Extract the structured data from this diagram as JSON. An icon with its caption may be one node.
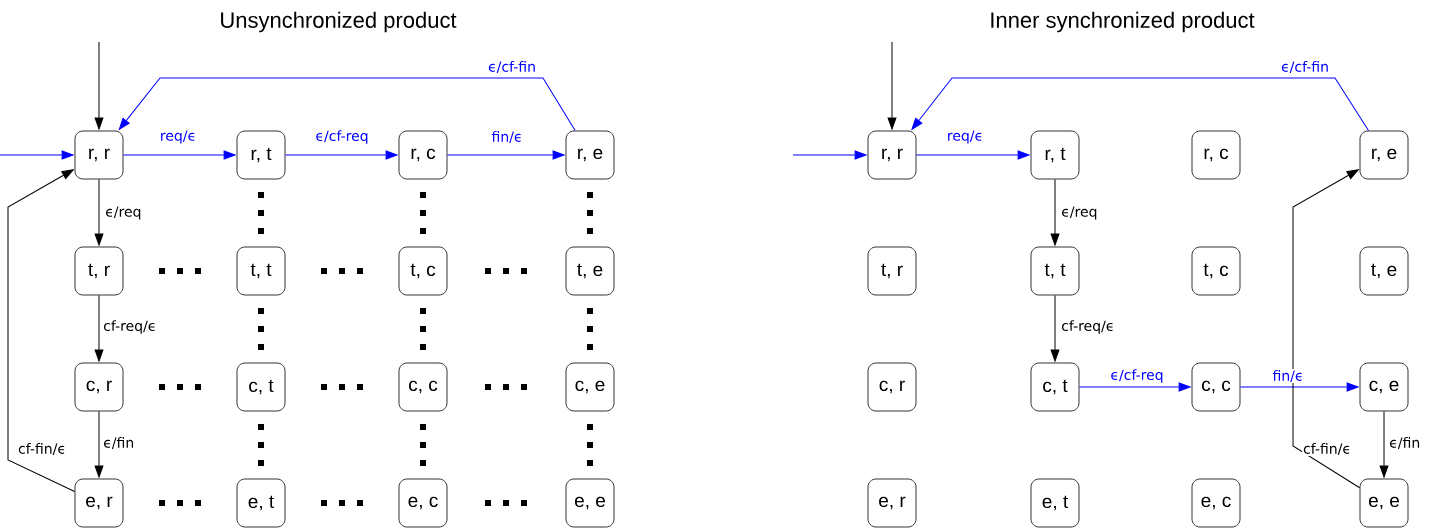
{
  "diagram": {
    "nodes": [
      {
        "text": [
          "r, r"
        ]
      },
      {
        "text": [
          "r, t"
        ]
      },
      {
        "text": [
          "r, c"
        ]
      },
      {
        "text": [
          "r, e"
        ]
      },
      {
        "text": [
          "t, r"
        ]
      },
      {
        "text": [
          "t, t"
        ]
      },
      {
        "text": [
          "t, c"
        ]
      },
      {
        "text": [
          "t, e"
        ]
      },
      {
        "text": [
          "c, r"
        ]
      },
      {
        "text": [
          "c, t"
        ]
      },
      {
        "text": [
          "c, c"
        ]
      },
      {
        "text": [
          "c, e"
        ]
      },
      {
        "text": [
          "e, r"
        ]
      },
      {
        "text": [
          "e, t"
        ]
      },
      {
        "text": [
          "e, c"
        ]
      },
      {
        "text": [
          "e, e"
        ]
      },
      {
        "text": [
          "r, r"
        ]
      },
      {
        "text": [
          "r, t"
        ]
      },
      {
        "text": [
          "r, c"
        ]
      },
      {
        "text": [
          "r, e"
        ]
      },
      {
        "text": [
          "t, r"
        ]
      },
      {
        "text": [
          "t, t"
        ]
      },
      {
        "text": [
          "t, c"
        ]
      },
      {
        "text": [
          "t, e"
        ]
      },
      {
        "text": [
          "c, r"
        ]
      },
      {
        "text": [
          "c, t"
        ]
      },
      {
        "text": [
          "c, c"
        ]
      },
      {
        "text": [
          "c, e"
        ]
      },
      {
        "text": [
          "e, r"
        ]
      },
      {
        "text": [
          "e, t"
        ]
      },
      {
        "text": [
          "e, c"
        ]
      },
      {
        "text": [
          "e, e"
        ]
      }
    ],
    "edges": [
      {
        "from": null,
        "to": 0,
        "arrow": "to",
        "color": "#0000ff"
      },
      {
        "from": null,
        "to": 0,
        "arrow": "to",
        "color": "#000000"
      },
      {
        "from": 0,
        "to": 1,
        "arrow": "to",
        "label": "req/ϵ",
        "color": "#0000ff"
      },
      {
        "from": 1,
        "to": 2,
        "arrow": "to",
        "label": "ϵ/cf-req",
        "color": "#0000ff"
      },
      {
        "from": 2,
        "to": 3,
        "arrow": "to",
        "label": "fin/ϵ",
        "color": "#0000ff"
      },
      {
        "from": 3,
        "to": 0,
        "arrow": "to",
        "label": "ϵ/cf-fin",
        "color": "#0000ff"
      },
      {
        "from": 0,
        "to": 4,
        "arrow": "to",
        "label": "ϵ/req",
        "color": "#000000"
      },
      {
        "from": 4,
        "to": 8,
        "arrow": "to",
        "label": "cf-req/ϵ",
        "color": "#000000"
      },
      {
        "from": 8,
        "to": 12,
        "arrow": "to",
        "label": "ϵ/fin",
        "color": "#000000"
      },
      {
        "from": 12,
        "to": 0,
        "arrow": "to",
        "label": "cf-fin/ϵ",
        "color": "#000000"
      },
      {
        "from": null,
        "to": 16,
        "arrow": "to",
        "color": "#0000ff"
      },
      {
        "from": null,
        "to": 16,
        "arrow": "to",
        "color": "#000000"
      },
      {
        "from": 16,
        "to": 17,
        "arrow": "to",
        "label": "req/ϵ",
        "color": "#0000ff"
      },
      {
        "from": 17,
        "to": 21,
        "arrow": "to",
        "label": "ϵ/req",
        "color": "#000000"
      },
      {
        "from": 21,
        "to": 25,
        "arrow": "to",
        "label": "cf-req/ϵ",
        "color": "#000000"
      },
      {
        "from": 25,
        "to": 26,
        "arrow": "to",
        "label": "ϵ/cf-req",
        "color": "#0000ff"
      },
      {
        "from": 26,
        "to": 27,
        "arrow": "to",
        "label": "fin/ϵ",
        "color": "#0000ff"
      },
      {
        "from": 27,
        "to": 31,
        "arrow": "to",
        "label": "ϵ/fin",
        "color": "#000000"
      },
      {
        "from": 31,
        "to": 19,
        "arrow": "to",
        "label": "cf-fin/ϵ",
        "color": "#000000"
      },
      {
        "from": 19,
        "to": 16,
        "arrow": "to",
        "label": "ϵ/cf-fin",
        "color": "#0000ff"
      }
    ],
    "labels": [
      "Unsynchronized product",
      "Inner synchronized product"
    ]
  }
}
